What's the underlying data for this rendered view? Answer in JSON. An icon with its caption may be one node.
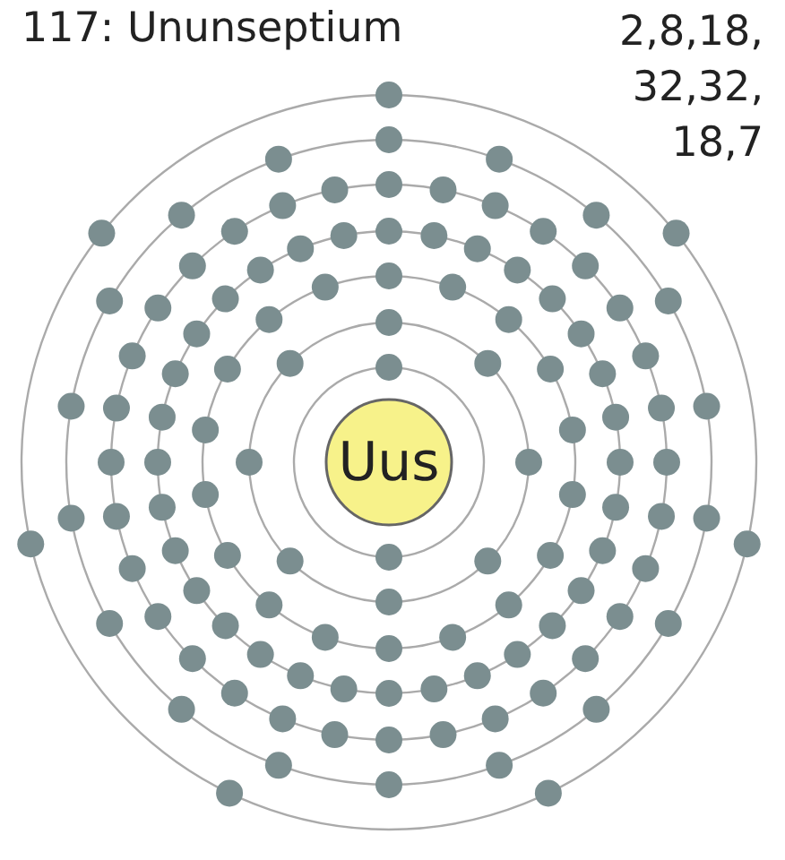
{
  "diagram": {
    "title": "117: Ununseptium",
    "nodes": [
      {
        "text": [
          "Uus"
        ]
      }
    ],
    "labels": [
      "2,8,18, 32,32, 18,7"
    ]
  }
}
